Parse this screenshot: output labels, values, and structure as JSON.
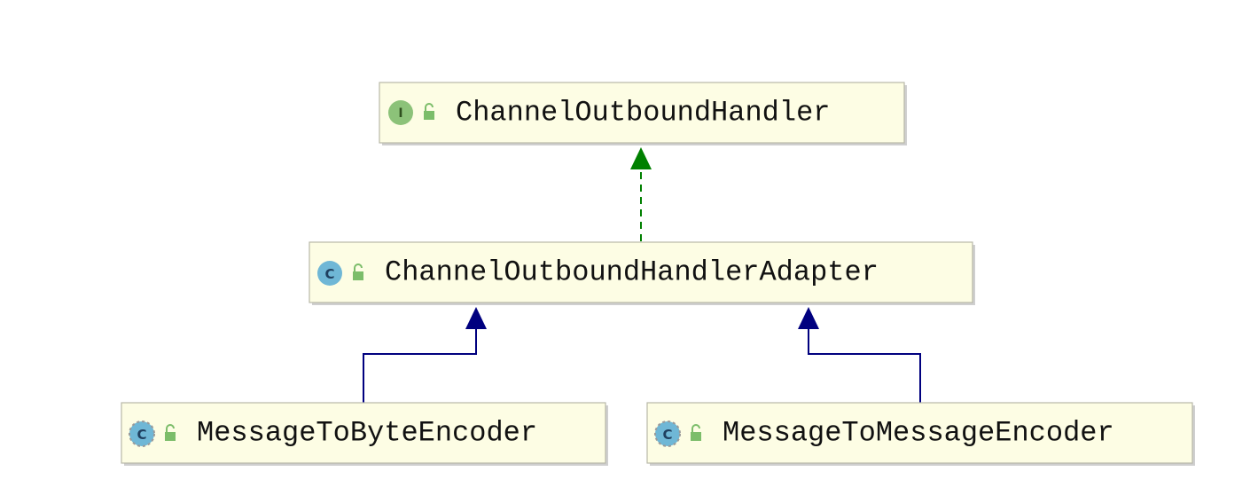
{
  "nodes": [
    {
      "id": "channel-outbound-handler",
      "label": "ChannelOutboundHandler",
      "kind": "interface",
      "badge": "I"
    },
    {
      "id": "channel-outbound-handler-adapter",
      "label": "ChannelOutboundHandlerAdapter",
      "kind": "class",
      "badge": "C"
    },
    {
      "id": "message-to-byte-encoder",
      "label": "MessageToByteEncoder",
      "kind": "abstract-class",
      "badge": "C"
    },
    {
      "id": "message-to-message-encoder",
      "label": "MessageToMessageEncoder",
      "kind": "abstract-class",
      "badge": "C"
    }
  ],
  "edges": [
    {
      "from": "channel-outbound-handler-adapter",
      "to": "channel-outbound-handler",
      "type": "implements"
    },
    {
      "from": "message-to-byte-encoder",
      "to": "channel-outbound-handler-adapter",
      "type": "extends"
    },
    {
      "from": "message-to-message-encoder",
      "to": "channel-outbound-handler-adapter",
      "type": "extends"
    }
  ],
  "colors": {
    "implements_edge": "#008000",
    "extends_edge": "#00007f",
    "interface_badge": "#8cc279",
    "class_badge": "#6fb7d6",
    "public_lock": "#7cbd6a"
  }
}
